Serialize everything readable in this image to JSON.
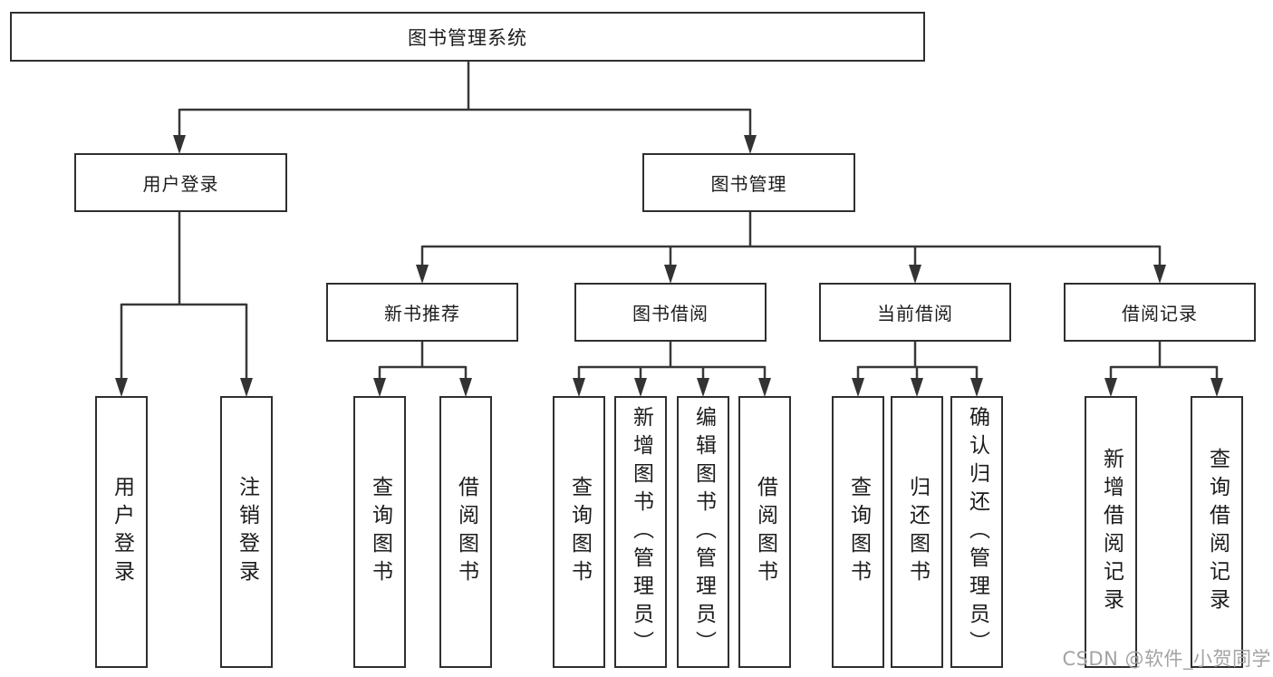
{
  "tree": {
    "label": "图书管理系统",
    "children": [
      {
        "label": "用户登录",
        "children": [
          {
            "label": "用户登录"
          },
          {
            "label": "注销登录"
          }
        ]
      },
      {
        "label": "图书管理",
        "children": [
          {
            "label": "新书推荐",
            "children": [
              {
                "label": "查询图书"
              },
              {
                "label": "借阅图书"
              }
            ]
          },
          {
            "label": "图书借阅",
            "children": [
              {
                "label": "查询图书"
              },
              {
                "label": "新增图书（管理员）"
              },
              {
                "label": "编辑图书（管理员）"
              },
              {
                "label": "借阅图书"
              }
            ]
          },
          {
            "label": "当前借阅",
            "children": [
              {
                "label": "查询图书"
              },
              {
                "label": "归还图书"
              },
              {
                "label": "确认归还（管理员）"
              }
            ]
          },
          {
            "label": "借阅记录",
            "children": [
              {
                "label": "新增借阅记录"
              },
              {
                "label": "查询借阅记录"
              }
            ]
          }
        ]
      }
    ]
  },
  "watermark": "CSDN @软件_小贺同学",
  "colors": {
    "line": "#383838",
    "border": "#2f2f2f",
    "text": "#1c1c1c",
    "watermark": "#a3a3a3"
  }
}
